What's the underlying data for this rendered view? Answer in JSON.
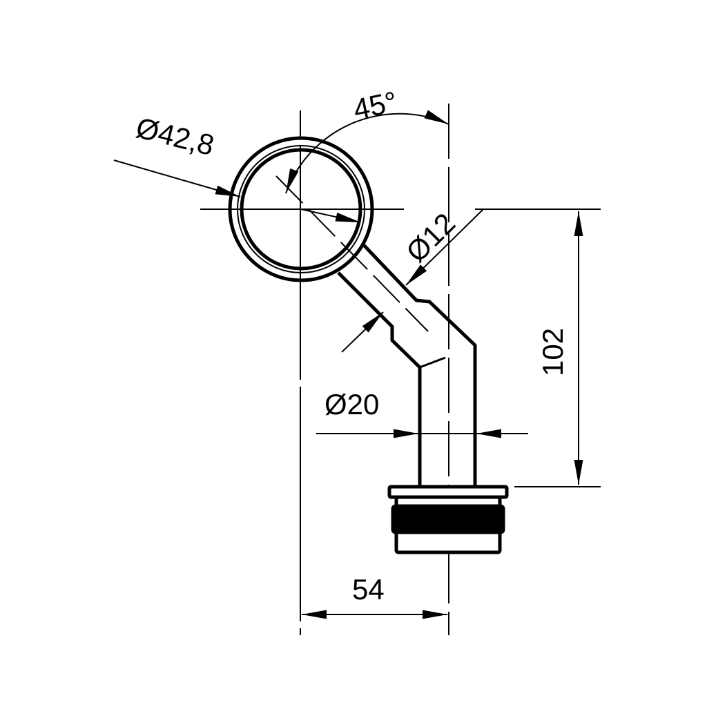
{
  "dimensions": {
    "angle": "45°",
    "ring_diameter": "Ø42,8",
    "arm_diameter": "Ø12",
    "post_diameter": "Ø20",
    "height": "102",
    "offset": "54"
  },
  "colors": {
    "line": "#000000",
    "background": "#ffffff"
  }
}
